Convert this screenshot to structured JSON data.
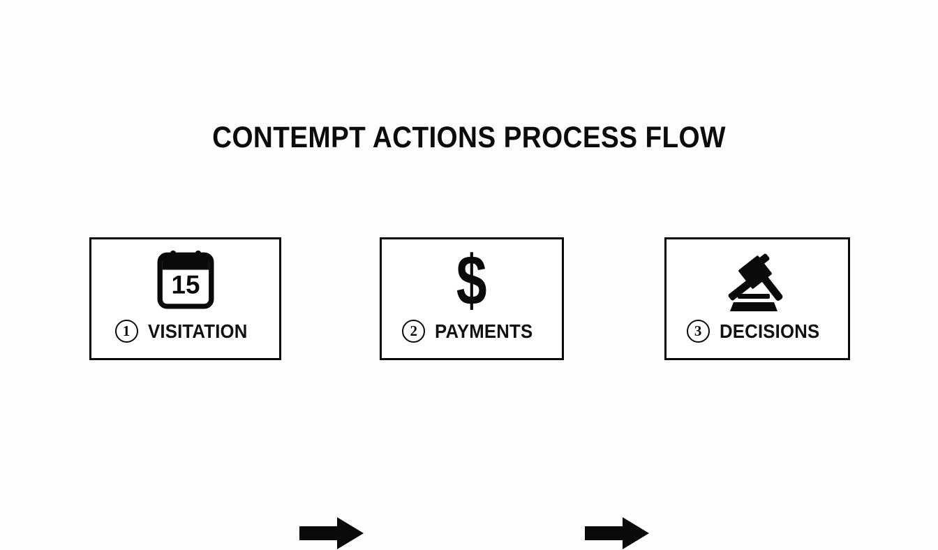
{
  "page": {
    "title": "CONTEMPT ACTIONS PROCESS FLOW",
    "background_color": "#fdfdfd",
    "ink_color": "#0a0a0a"
  },
  "flow": {
    "steps": [
      {
        "number": "1",
        "label": "VISITATION",
        "icon": "calendar-icon",
        "icon_text": "15"
      },
      {
        "number": "2",
        "label": "PAYMENTS",
        "icon": "dollar-sign-icon",
        "icon_text": "$"
      },
      {
        "number": "3",
        "label": "DECISIONS",
        "icon": "gavel-icon",
        "icon_text": ""
      }
    ],
    "connectors": [
      {
        "icon": "arrow-right-icon"
      },
      {
        "icon": "arrow-right-icon"
      }
    ]
  }
}
